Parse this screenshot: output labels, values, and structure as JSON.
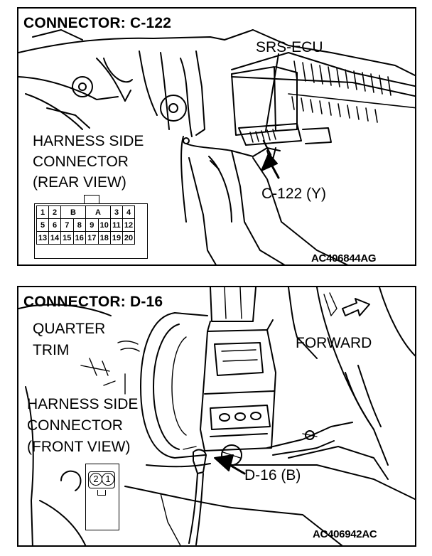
{
  "top": {
    "title": "CONNECTOR: C-122",
    "ecu_label": "SRS-ECU",
    "harness_lines": [
      "HARNESS SIDE",
      "CONNECTOR",
      "(REAR VIEW)"
    ],
    "connector_callout": "C-122 (Y)",
    "pin_rows": [
      [
        "1",
        "2",
        "B",
        "A",
        "3",
        "4"
      ],
      [
        "5",
        "6",
        "7",
        "8",
        "9",
        "10",
        "11",
        "12"
      ],
      [
        "13",
        "14",
        "15",
        "16",
        "17",
        "18",
        "19",
        "20"
      ]
    ],
    "figure_code": "AC406844AG"
  },
  "bottom": {
    "title": "CONNECTOR: D-16",
    "trim_lines": [
      "QUARTER",
      "TRIM"
    ],
    "forward_label": "FORWARD",
    "harness_lines": [
      "HARNESS SIDE",
      "CONNECTOR",
      "(FRONT VIEW)"
    ],
    "connector_callout": "D-16 (B)",
    "pins": [
      "2",
      "1"
    ],
    "figure_code": "AC406942AC"
  }
}
